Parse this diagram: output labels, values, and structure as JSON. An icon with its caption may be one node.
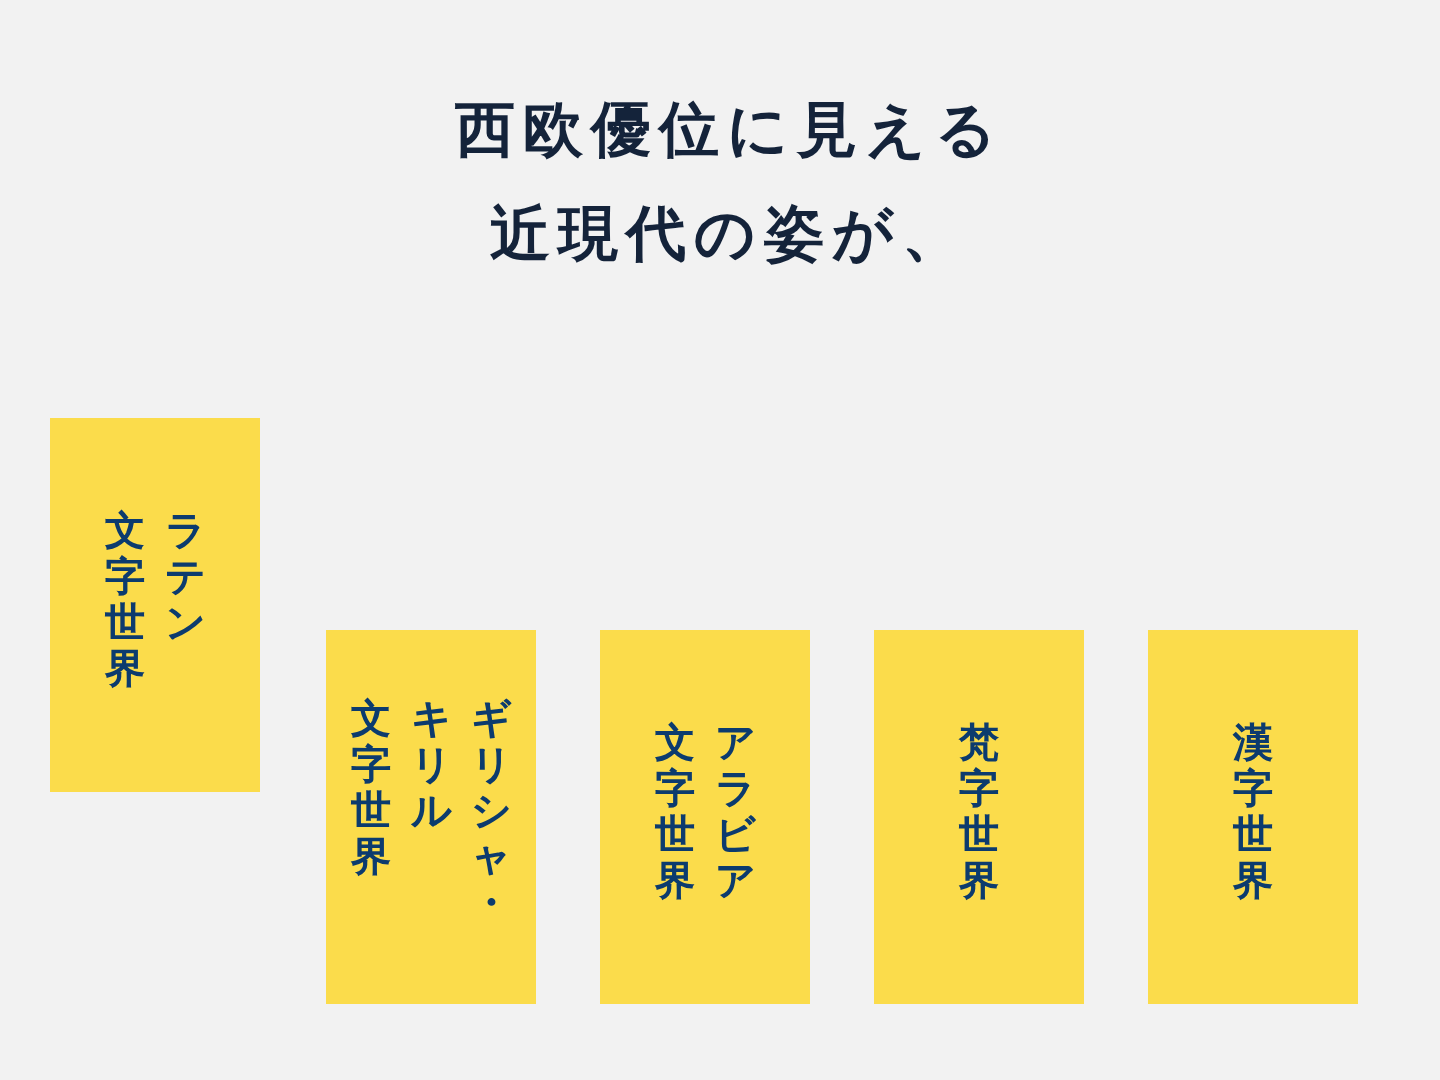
{
  "diagram": {
    "title": "西欧優位に見える近現代の姿が、",
    "nodes": [
      {
        "text": [
          "ラテン文字世界"
        ]
      },
      {
        "text": [
          "ギリシャ・キリル文字世界"
        ]
      },
      {
        "text": [
          "アラビア文字世界"
        ]
      },
      {
        "text": [
          "梵字世界"
        ]
      },
      {
        "text": [
          "漢字世界"
        ]
      }
    ]
  }
}
